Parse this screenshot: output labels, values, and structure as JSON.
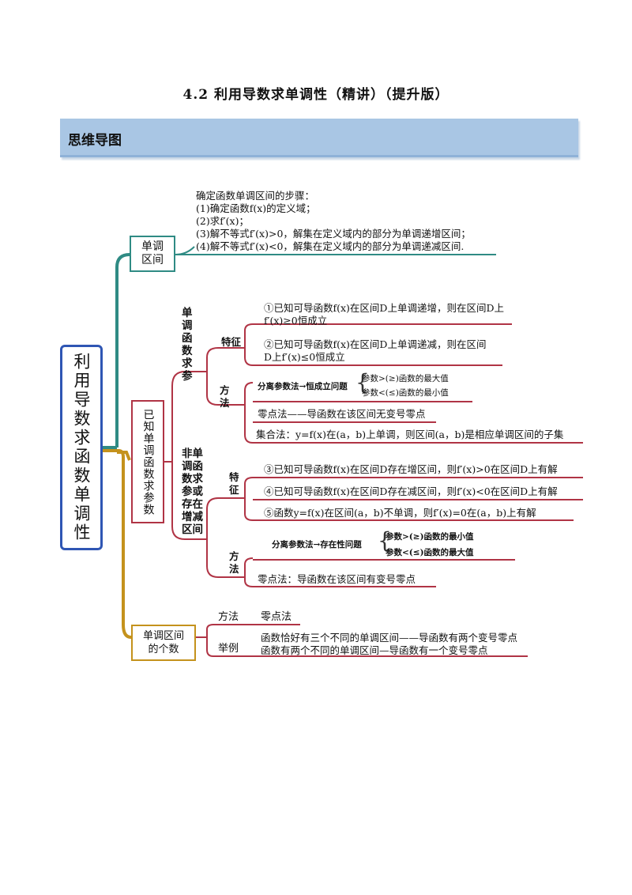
{
  "page": {
    "title": "4.2  利用导数求单调性（精讲）（提升版）",
    "banner": "思维导图"
  },
  "root": "利用导数求函数单调性",
  "branch1": {
    "label": "单调区间",
    "lines": [
      "确定函数单调区间的步骤：",
      "(1)确定函数f(x)的定义域；",
      "(2)求f′(x)；",
      "(3)解不等式f′(x)>0，解集在定义域内的部分为单调递增区间；",
      "(4)解不等式f′(x)<0，解集在定义域内的部分为单调递减区间."
    ]
  },
  "branch2": {
    "label": "已知单调函数求参数",
    "sub1": {
      "label": "单调函数求参",
      "feature_label": "特征",
      "features": [
        [
          "①已知可导函数f(x)在区间D上单调递增，则在区间D上",
          "f′(x)≥0恒成立"
        ],
        [
          "②已知可导函数f(x)在区间D上单调递减，则在区间",
          "D上f′(x)≤0恒成立"
        ]
      ],
      "method_label": "方法",
      "separate": "分离参数法→恒成立问题",
      "separate_items": [
        "参数>(≥)函数的最大值",
        "参数<(≤)函数的最小值"
      ],
      "zero": "零点法——导函数在该区间无变号零点",
      "set": "集合法：y=f(x)在(a，b)上单调，则区间(a，b)是相应单调区间的子集"
    },
    "sub2": {
      "label": "非单调函数求参或存在增减区间",
      "feature_label": "特征",
      "features": [
        "③已知可导函数f(x)在区间D存在增区间，则f′(x)>0在区间D上有解",
        "④已知可导函数f(x)在区间D存在减区间，则f′(x)<0在区间D上有解",
        "⑤函数y=f(x)在区间(a，b)不单调，则f′(x)=0在(a，b)上有解"
      ],
      "method_label": "方法",
      "separate": "分离参数法→存在性问题",
      "separate_items": [
        "参数>(≥)函数的最小值",
        "参数<(≤)函数的最大值"
      ],
      "zero": "零点法：导函数在该区间有变号零点"
    }
  },
  "branch3": {
    "label": "单调区间的个数",
    "method_label": "方法",
    "method_value": "零点法",
    "example_label": "举例",
    "examples": [
      "函数恰好有三个不同的单调区间——导函数有两个变号零点",
      "函数有两个不同的单调区间—导函数有一个变号零点"
    ]
  },
  "colors": {
    "banner": "#a9c6e4",
    "root_border": "#2f56b4",
    "teal": "#2f8b84",
    "crimson": "#b03445",
    "gold": "#c4921c"
  }
}
